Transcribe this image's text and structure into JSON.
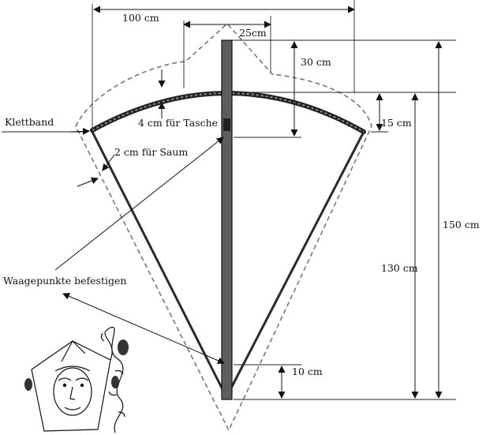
{
  "labels": {
    "width_top": "100 cm",
    "pocket_width": "25cm",
    "spar_upper": "30 cm",
    "arc_height": "15 cm",
    "total_height": "150 cm",
    "lower_height": "130 cm",
    "bottom_offset": "10 cm",
    "velcro": "Klettband",
    "pocket": "4 cm für Tasche",
    "hem": "2 cm für Saum",
    "bridle": "Waagepunkte befestigen"
  },
  "colors": {
    "ink": "#111111",
    "outline_dashed": "#777777",
    "spar": "#5e5e5e"
  },
  "icons": {
    "sketch": "kite-with-face-and-tail-illustration"
  }
}
